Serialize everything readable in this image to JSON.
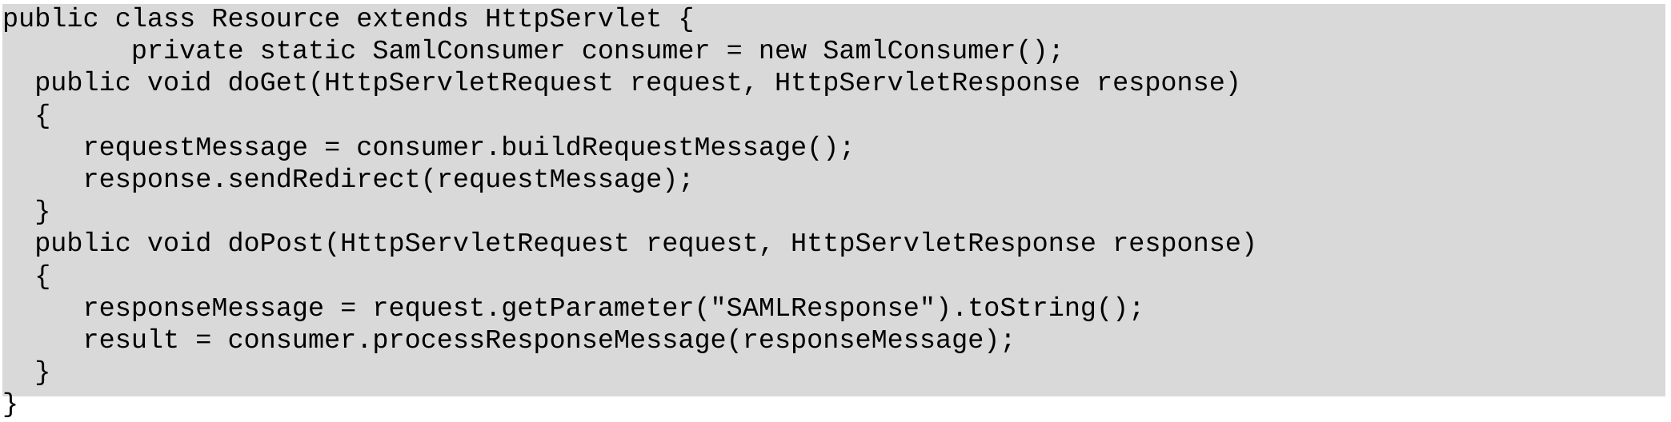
{
  "figure": {
    "kind": "source-code-listing",
    "language": "Java",
    "background_color": "#d9d9d9",
    "text_color": "#000000",
    "page_background_color": "#ffffff",
    "line_count": 12
  },
  "code": {
    "lines": [
      "public class Resource extends HttpServlet {",
      "        private static SamlConsumer consumer = new SamlConsumer();",
      "  public void doGet(HttpServletRequest request, HttpServletResponse response)",
      "  {",
      "     requestMessage = consumer.buildRequestMessage();",
      "     response.sendRedirect(requestMessage);",
      "  }",
      "  public void doPost(HttpServletRequest request, HttpServletResponse response)",
      "  {",
      "     responseMessage = request.getParameter(\"SAMLResponse\").toString();",
      "     result = consumer.processResponseMessage(responseMessage);",
      "  }",
      "}"
    ],
    "line_1": "public class Resource extends HttpServlet {",
    "line_2": "        private static SamlConsumer consumer = new SamlConsumer();",
    "line_3": "  public void doGet(HttpServletRequest request, HttpServletResponse response)",
    "line_4": "  {",
    "line_5": "     requestMessage = consumer.buildRequestMessage();",
    "line_6": "     response.sendRedirect(requestMessage);",
    "line_7": "  }",
    "line_8": "  public void doPost(HttpServletRequest request, HttpServletResponse response)",
    "line_9": "  {",
    "line_10": "     responseMessage = request.getParameter(\"SAMLResponse\").toString();",
    "line_11": "     result = consumer.processResponseMessage(responseMessage);",
    "line_12": "  }",
    "line_13": "}"
  }
}
